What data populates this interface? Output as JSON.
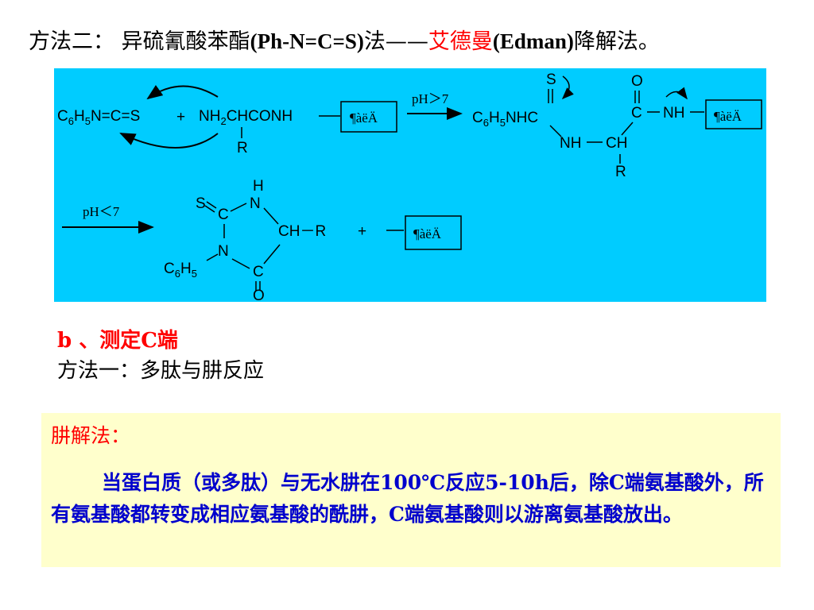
{
  "title": {
    "part1": "方法二： 异硫氰酸苯酯",
    "formula": "(Ph-N=C=S)",
    "part2": "法——",
    "highlight": "艾德曼",
    "edman": "(Edman)",
    "part3": "降解法。"
  },
  "scheme": {
    "reagent_base": "C",
    "reagent_sub1": "6",
    "reagent_mid": "H",
    "reagent_sub2": "5",
    "reagent_tail": "N=C=S",
    "plus": "+",
    "peptide_nh": "NH",
    "peptide_sub": "2",
    "peptide_tail": "CHCONH",
    "r_group": "R",
    "box_label": "¶àëÄ",
    "cond1": "pH＞7",
    "cond2": "pH＜7",
    "int_ph": "C",
    "int_sub1": "6",
    "int_h": "H",
    "int_sub2": "5",
    "int_tail": "NHC",
    "atom_s": "S",
    "atom_o": "O",
    "atom_c": "C",
    "atom_nh": "NH",
    "atom_ch": "CH",
    "atom_n": "N",
    "atom_h": "H",
    "ring_ch_r": "CH－R"
  },
  "section_b": "b 、测定C端",
  "method1": "方法一：多肽与肼反应",
  "note": {
    "title": "肼解法：",
    "body": "当蛋白质（或多肽）与无水肼在100℃反应5-10h后，除C端氨基酸外，所有氨基酸都转变成相应氨基酸的酰肼，C端氨基酸则以游离氨基酸放出。"
  }
}
